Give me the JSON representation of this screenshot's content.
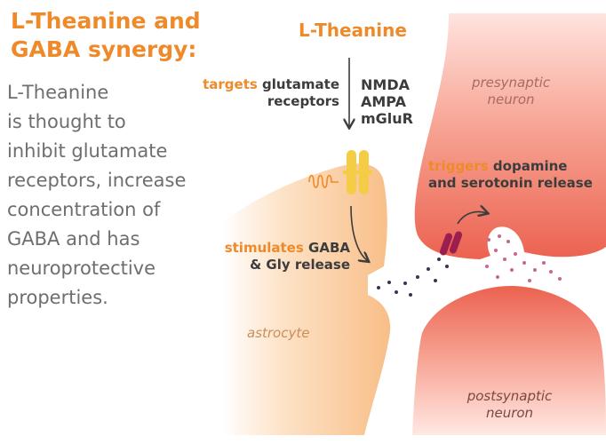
{
  "heading": {
    "line1": "L-Theanine and",
    "line2": "GABA synergy:"
  },
  "description_lines": [
    "L-Theanine",
    "is thought to",
    "inhibit glutamate",
    "receptors, increase",
    "concentration of",
    "GABA and has",
    "neuroprotective",
    "properties."
  ],
  "diagram": {
    "ltheanine_label": "L-Theanine",
    "targets": {
      "verb": "targets",
      "line1": "glutamate",
      "line2": "receptors"
    },
    "receptor_types": [
      "NMDA",
      "AMPA",
      "mGluR"
    ],
    "stimulates": {
      "verb": "stimulates",
      "line1": "GABA",
      "line2": "& Gly release"
    },
    "triggers": {
      "verb": "triggers",
      "line1": "dopamine",
      "line2": "and serotonin release"
    },
    "presynaptic": [
      "presynaptic",
      "neuron"
    ],
    "postsynaptic": [
      "postsynaptic",
      "neuron"
    ],
    "astrocyte": "astrocyte"
  },
  "colors": {
    "orange_accent": "#ef8a2b",
    "gray_text": "#6d6e70",
    "dark_text": "#3c3c3c",
    "astrocyte_fill": "#f9c38e",
    "neuron_fill": "#ee6f5f",
    "receptor_yellow": "#f4cc45",
    "dopamine_receptor": "#9a1f4f"
  }
}
